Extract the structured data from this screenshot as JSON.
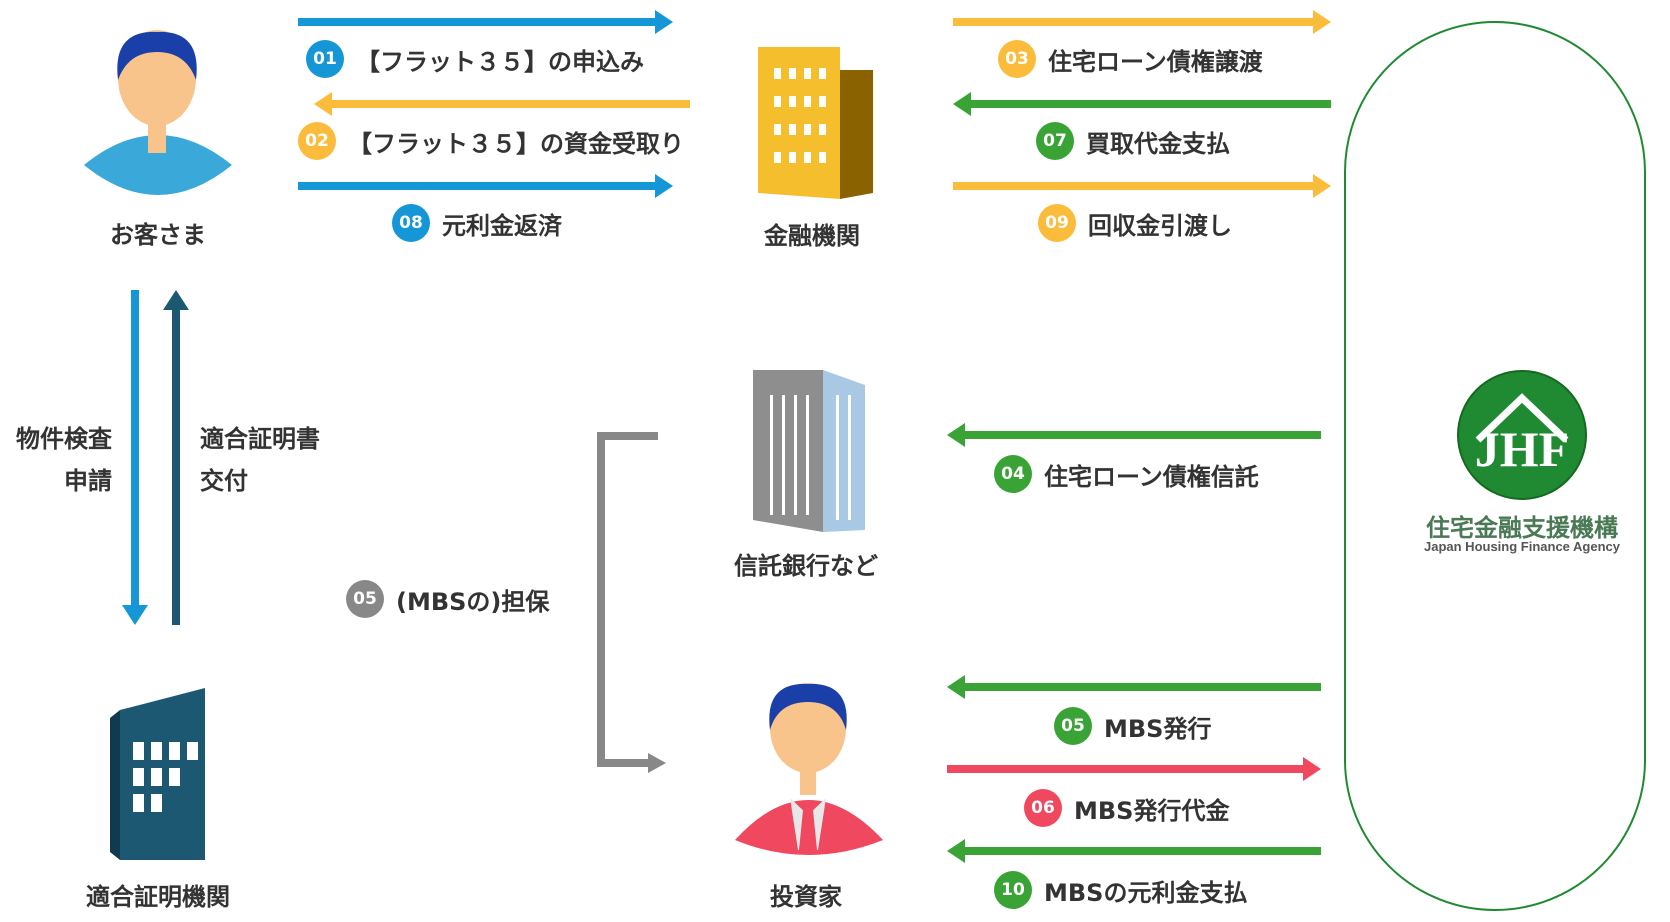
{
  "colors": {
    "blue": "#1596d6",
    "yellow": "#fbbc3c",
    "green": "#3aa335",
    "red": "#f0485f",
    "gray": "#888888",
    "navy": "#1d5872",
    "jhf_green": "#208a32"
  },
  "entities": {
    "customer": "お客さま",
    "bank": "金融機関",
    "trust": "信託銀行など",
    "certifier": "適合証明機関",
    "investor": "投資家"
  },
  "jhf": {
    "name": "住宅金融支援機構",
    "english": "Japan Housing Finance Agency",
    "logo": "JHF"
  },
  "steps": {
    "s01": {
      "num": "01",
      "text": "【フラット３５】の申込み"
    },
    "s02": {
      "num": "02",
      "text": "【フラット３５】の資金受取り"
    },
    "s08": {
      "num": "08",
      "text": "元利金返済"
    },
    "s03": {
      "num": "03",
      "text": "住宅ローン債権譲渡"
    },
    "s07": {
      "num": "07",
      "text": "買取代金支払"
    },
    "s09": {
      "num": "09",
      "text": "回収金引渡し"
    },
    "s04": {
      "num": "04",
      "text": "住宅ローン債権信託"
    },
    "s05a": {
      "num": "05",
      "text": "(MBSの)担保"
    },
    "s05b": {
      "num": "05",
      "text": "MBS発行"
    },
    "s06": {
      "num": "06",
      "text": "MBS発行代金"
    },
    "s10": {
      "num": "10",
      "text": "MBSの元利金支払"
    }
  },
  "vertical": {
    "left_line1": "物件検査",
    "left_line2": "申請",
    "right_line1": "適合証明書",
    "right_line2": "交付"
  },
  "icons": {
    "person": "person-icon",
    "building": "building-icon",
    "logo": "jhf-logo-icon"
  }
}
